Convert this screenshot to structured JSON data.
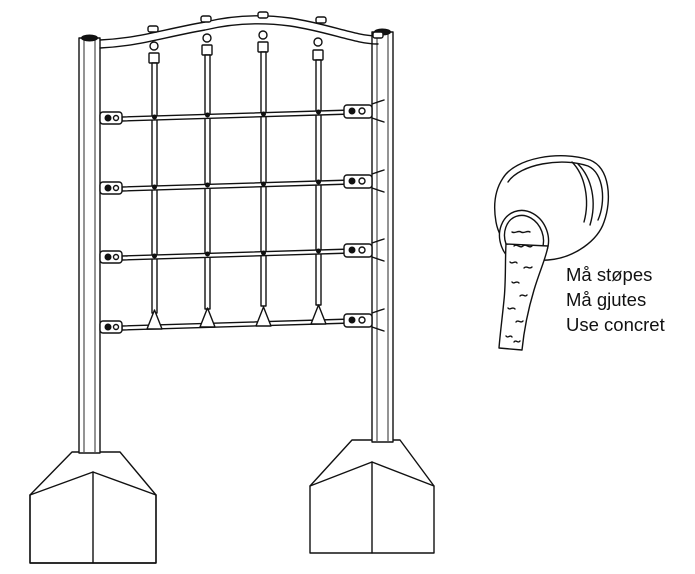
{
  "instruction_notes": [
    "Må støpes",
    "Må gjutes",
    "Use concret"
  ],
  "figure": {
    "subject": "climbing-net-frame",
    "post_count": 2,
    "net_horizontal_ropes": 4,
    "net_vertical_ropes": 4,
    "base_type": "concrete-footing",
    "icon": "concrete-bucket-icon"
  }
}
